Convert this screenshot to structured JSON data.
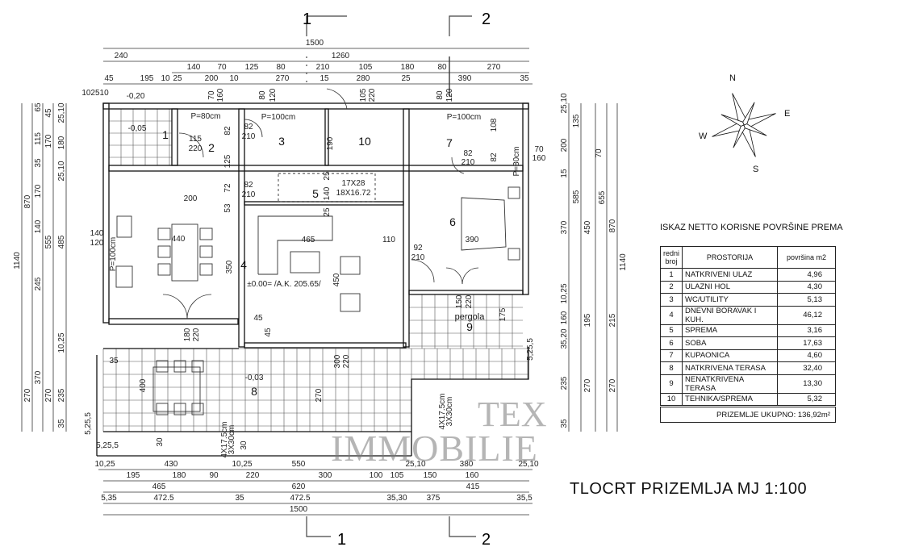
{
  "drawing_title": "TLOCRT PRIZEMLJA MJ 1:100",
  "watermark": {
    "line1": "TEX",
    "line2": "IMMOBILIE"
  },
  "section_marks": {
    "s1": "1",
    "s2": "2"
  },
  "compass": {
    "n": "N",
    "e": "E",
    "s": "S",
    "w": "W"
  },
  "table": {
    "title": "ISKAZ NETTO KORISNE POVRŠINE PREMA",
    "headers": {
      "no": "redni broj",
      "room": "PROSTORIJA",
      "area": "površina m2"
    },
    "rows": [
      {
        "no": "1",
        "room": "NATKRIVENI ULAZ",
        "area": "4,96"
      },
      {
        "no": "2",
        "room": "ULAZNI HOL",
        "area": "4,30"
      },
      {
        "no": "3",
        "room": "WC/UTILITY",
        "area": "5,13"
      },
      {
        "no": "4",
        "room": "DNEVNI BORAVAK I KUH.",
        "area": "46,12"
      },
      {
        "no": "5",
        "room": "SPREMA",
        "area": "3,16"
      },
      {
        "no": "6",
        "room": "SOBA",
        "area": "17,63"
      },
      {
        "no": "7",
        "room": "KUPAONICA",
        "area": "4,60"
      },
      {
        "no": "8",
        "room": "NATKRIVENA TERASA",
        "area": "32,40"
      },
      {
        "no": "9",
        "room": "NENATKRIVENA TERASA",
        "area": "13,30"
      },
      {
        "no": "10",
        "room": "TEHNIKA/SPREMA",
        "area": "5,32"
      }
    ],
    "total": "PRIZEMLJE UKUPNO: 136,92m²"
  },
  "plan_labels": {
    "rooms": [
      "1",
      "2",
      "3",
      "10",
      "7",
      "5",
      "4",
      "6",
      "pergola",
      "9",
      "8"
    ],
    "levels": [
      "-0,20",
      "-0,05",
      "-0,03",
      "±0.00= /A.K. 205.65/"
    ],
    "inner_dims": [
      "440",
      "465",
      "390",
      "110",
      "200",
      "350",
      "450",
      "190",
      "125",
      "82",
      "72",
      "53",
      "400",
      "270",
      "45",
      "45",
      "115",
      "220",
      "82",
      "210",
      "82",
      "210",
      "82",
      "210",
      "92",
      "210",
      "70",
      "160",
      "70",
      "160",
      "80",
      "120",
      "105",
      "220",
      "80",
      "120",
      "108",
      "82",
      "175",
      "150",
      "220",
      "180",
      "220",
      "300",
      "220",
      "17X28",
      "18X16.72",
      "140",
      "120",
      "P=100cm",
      "P=80cm",
      "P=100cm",
      "P=80cm",
      "P=100cm",
      "4X17.5cm",
      "3X30cm",
      "4X17.5cm",
      "3X30cm",
      "140",
      "25",
      "25",
      "30",
      "30",
      "35",
      "5,25,5",
      "5,25,5",
      "5,25,5",
      "102510"
    ]
  },
  "dims": {
    "top": [
      "1500",
      "240",
      "1260",
      "140",
      "70",
      "125",
      "80",
      "210",
      "105",
      "180",
      "80",
      "270",
      "45",
      "195",
      "10",
      "25",
      "200",
      "10",
      "270",
      "15",
      "280",
      "25",
      "390",
      "35"
    ],
    "bottom": [
      "10,25",
      "430",
      "10,25",
      "550",
      "25,10",
      "380",
      "25,10",
      "195",
      "180",
      "90",
      "220",
      "300",
      "100",
      "105",
      "150",
      "160",
      "465",
      "620",
      "415",
      "5,35",
      "472.5",
      "35",
      "472.5",
      "35,30",
      "375",
      "35,5",
      "1500"
    ],
    "left": [
      "1140",
      "870",
      "270",
      "65",
      "115",
      "35",
      "170",
      "140",
      "245",
      "370",
      "45",
      "170",
      "555",
      "270",
      "25,10",
      "180",
      "25,10",
      "485",
      "10,25",
      "235",
      "35"
    ],
    "right": [
      "25,10",
      "200",
      "15",
      "370",
      "10,25",
      "160",
      "35,20",
      "235",
      "35",
      "135",
      "585",
      "450",
      "195",
      "270",
      "70",
      "655",
      "870",
      "215",
      "270",
      "1140"
    ]
  }
}
